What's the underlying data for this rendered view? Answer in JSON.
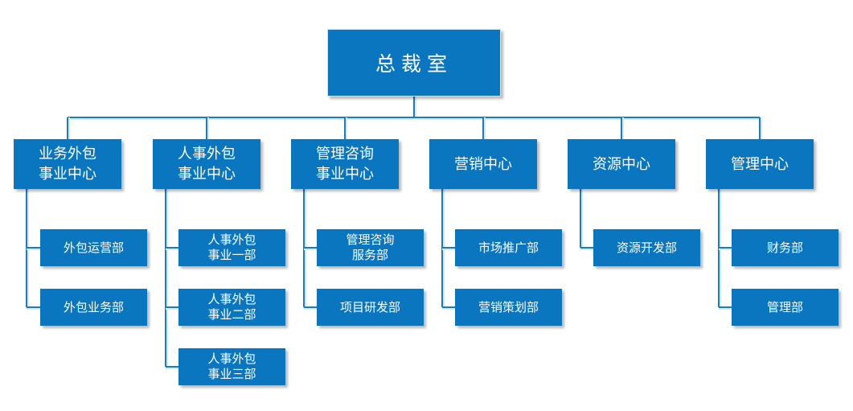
{
  "root": {
    "label": "总裁室"
  },
  "centers": [
    {
      "label": "业务外包\n事业中心",
      "departments": [
        "外包运营部",
        "外包业务部"
      ]
    },
    {
      "label": "人事外包\n事业中心",
      "departments": [
        "人事外包\n事业一部",
        "人事外包\n事业二部",
        "人事外包\n事业三部"
      ]
    },
    {
      "label": "管理咨询\n事业中心",
      "departments": [
        "管理咨询\n服务部",
        "项目研发部"
      ]
    },
    {
      "label": "营销中心",
      "departments": [
        "市场推广部",
        "营销策划部"
      ]
    },
    {
      "label": "资源中心",
      "departments": [
        "资源开发部"
      ]
    },
    {
      "label": "管理中心",
      "departments": [
        "财务部",
        "管理部"
      ]
    }
  ],
  "colors": {
    "box": "#0b76c0",
    "line": "#1b7cc4",
    "line_highlight": "#d6e9f7",
    "text": "#ffffff"
  }
}
